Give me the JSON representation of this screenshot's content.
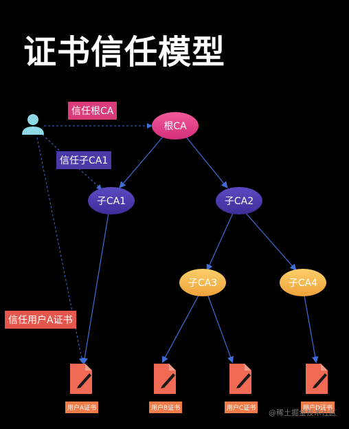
{
  "title": "证书信任模型",
  "tags": {
    "trust_root": "信任根CA",
    "trust_sub": "信任子CA1",
    "trust_user": "信任用户A证书"
  },
  "nodes": {
    "root": "根CA",
    "sub1": "子CA1",
    "sub2": "子CA2",
    "sub3": "子CA3",
    "sub4": "子CA4"
  },
  "certs": [
    "用户A证书",
    "用户B证书",
    "用户C证书",
    "用户D证书"
  ],
  "watermark": "@稀土掘金技术社区",
  "colors": {
    "background": "#000000",
    "root_node": "#e0448a",
    "mid_node": "#4d3db0",
    "leaf_node": "#f5b64a",
    "edge": "#3f6fd8",
    "doc_icon": "#f06a55"
  }
}
